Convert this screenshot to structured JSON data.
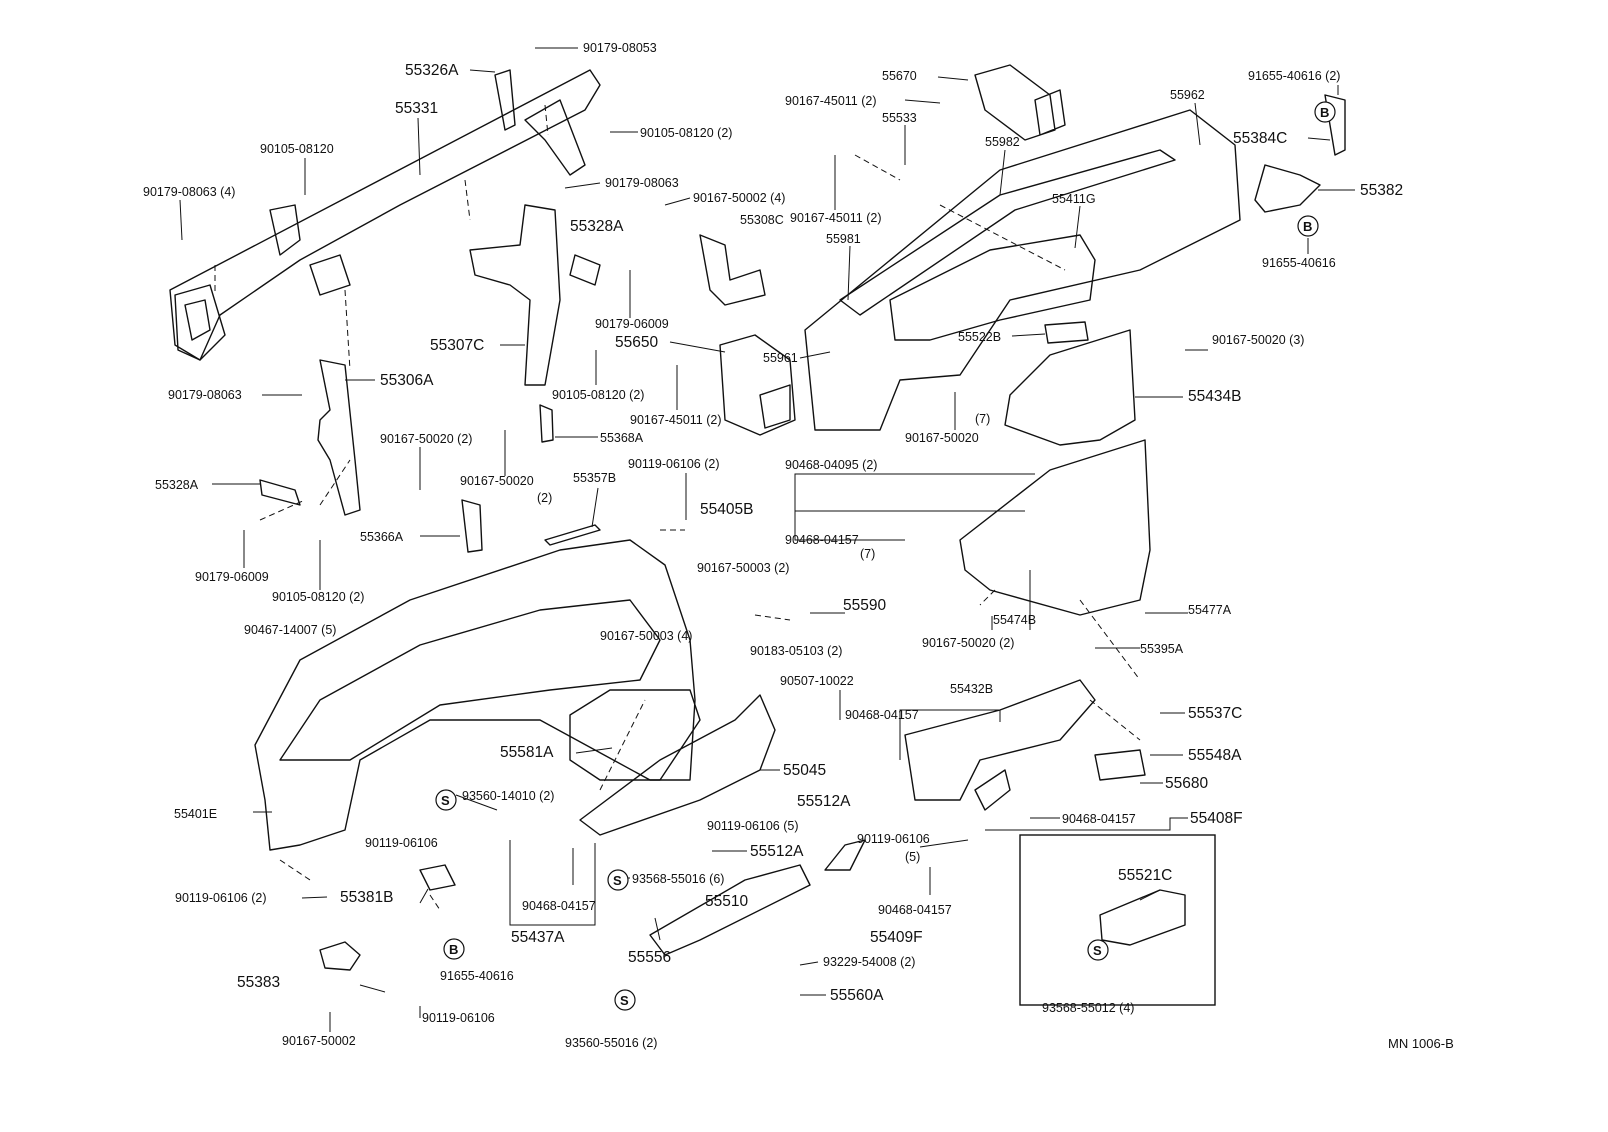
{
  "diagram": {
    "code": "MN 1006-B",
    "labels": [
      {
        "text": "55326A",
        "size": "lg"
      },
      {
        "text": "90179-08053",
        "size": "sm"
      },
      {
        "text": "55331",
        "size": "lg"
      },
      {
        "text": "90105-08120",
        "size": "sm"
      },
      {
        "text": "90105-08120 (2)",
        "size": "sm"
      },
      {
        "text": "90179-08063 (4)",
        "size": "sm"
      },
      {
        "text": "90179-08063",
        "size": "sm"
      },
      {
        "text": "90167-50002 (4)",
        "size": "sm"
      },
      {
        "text": "55328A",
        "size": "lg"
      },
      {
        "text": "55308C",
        "size": "sm"
      },
      {
        "text": "90179-06009",
        "size": "sm"
      },
      {
        "text": "55307C",
        "size": "lg"
      },
      {
        "text": "55650",
        "size": "lg"
      },
      {
        "text": "90105-08120  (2)",
        "size": "sm"
      },
      {
        "text": "90167-45011 (2)",
        "size": "sm"
      },
      {
        "text": "55306A",
        "size": "lg"
      },
      {
        "text": "90179-08063",
        "size": "sm"
      },
      {
        "text": "90167-50020 (2)",
        "size": "sm"
      },
      {
        "text": "90167-50020",
        "size": "sm"
      },
      {
        "text": "(2)",
        "size": "sm"
      },
      {
        "text": "55368A",
        "size": "sm"
      },
      {
        "text": "55328A",
        "size": "sm"
      },
      {
        "text": "55366A",
        "size": "sm"
      },
      {
        "text": "55357B",
        "size": "sm"
      },
      {
        "text": "90119-06106 (2)",
        "size": "sm"
      },
      {
        "text": "90179-06009",
        "size": "sm"
      },
      {
        "text": "90105-08120 (2)",
        "size": "sm"
      },
      {
        "text": "55670",
        "size": "sm"
      },
      {
        "text": "90167-45011 (2)",
        "size": "sm"
      },
      {
        "text": "55533",
        "size": "sm"
      },
      {
        "text": "55962",
        "size": "sm"
      },
      {
        "text": "55982",
        "size": "sm"
      },
      {
        "text": "90167-45011 (2)",
        "size": "sm"
      },
      {
        "text": "55411G",
        "size": "sm"
      },
      {
        "text": "55981",
        "size": "sm"
      },
      {
        "text": "55522B",
        "size": "sm"
      },
      {
        "text": "55961",
        "size": "sm"
      },
      {
        "text": "90167-50020",
        "size": "sm"
      },
      {
        "text": "(7)",
        "size": "sm"
      },
      {
        "text": "91655-40616 (2)",
        "size": "sm"
      },
      {
        "text": "55384C",
        "size": "lg"
      },
      {
        "text": "55382",
        "size": "lg"
      },
      {
        "text": "91655-40616",
        "size": "sm"
      },
      {
        "text": "90167-50020 (3)",
        "size": "sm"
      },
      {
        "text": "55434B",
        "size": "lg"
      },
      {
        "text": "90468-04095 (2)",
        "size": "sm"
      },
      {
        "text": "55405B",
        "size": "lg"
      },
      {
        "text": "90468-04157",
        "size": "sm"
      },
      {
        "text": "(7)",
        "size": "sm"
      },
      {
        "text": "90167-50003 (2)",
        "size": "sm"
      },
      {
        "text": "55590",
        "size": "lg"
      },
      {
        "text": "55477A",
        "size": "sm"
      },
      {
        "text": "55474B",
        "size": "sm"
      },
      {
        "text": "90167-50020 (2)",
        "size": "sm"
      },
      {
        "text": "55395A",
        "size": "sm"
      },
      {
        "text": "90467-14007 (5)",
        "size": "sm"
      },
      {
        "text": "90167-50003 (4)",
        "size": "sm"
      },
      {
        "text": "90183-05103 (2)",
        "size": "sm"
      },
      {
        "text": "90507-10022",
        "size": "sm"
      },
      {
        "text": "55432B",
        "size": "sm"
      },
      {
        "text": "90468-04157",
        "size": "sm"
      },
      {
        "text": "55537C",
        "size": "lg"
      },
      {
        "text": "55548A",
        "size": "lg"
      },
      {
        "text": "55680",
        "size": "lg"
      },
      {
        "text": "55581A",
        "size": "lg"
      },
      {
        "text": "55045",
        "size": "lg"
      },
      {
        "text": "93560-14010 (2)",
        "size": "sm"
      },
      {
        "text": "55512A",
        "size": "lg"
      },
      {
        "text": "90119-06106 (5)",
        "size": "sm"
      },
      {
        "text": "55512A",
        "size": "lg"
      },
      {
        "text": "55401E",
        "size": "sm"
      },
      {
        "text": "90119-06106",
        "size": "sm"
      },
      {
        "text": "90468-04157",
        "size": "sm"
      },
      {
        "text": "55408F",
        "size": "lg"
      },
      {
        "text": "90119-06106",
        "size": "sm"
      },
      {
        "text": "(5)",
        "size": "sm"
      },
      {
        "text": "93568-55016 (6)",
        "size": "sm"
      },
      {
        "text": "90468-04157",
        "size": "sm"
      },
      {
        "text": "90468-04157",
        "size": "sm"
      },
      {
        "text": "90119-06106 (2)",
        "size": "sm"
      },
      {
        "text": "55381B",
        "size": "lg"
      },
      {
        "text": "55510",
        "size": "lg"
      },
      {
        "text": "55409F",
        "size": "lg"
      },
      {
        "text": "55437A",
        "size": "lg"
      },
      {
        "text": "55556",
        "size": "lg"
      },
      {
        "text": "93229-54008 (2)",
        "size": "sm"
      },
      {
        "text": "91655-40616",
        "size": "sm"
      },
      {
        "text": "55560A",
        "size": "lg"
      },
      {
        "text": "55383",
        "size": "lg"
      },
      {
        "text": "90119-06106",
        "size": "sm"
      },
      {
        "text": "90167-50002",
        "size": "sm"
      },
      {
        "text": "93560-55016 (2)",
        "size": "sm"
      },
      {
        "text": "55521C",
        "size": "lg"
      },
      {
        "text": "93568-55012 (4)",
        "size": "sm"
      }
    ],
    "markers": [
      "B",
      "B",
      "B",
      "S",
      "S",
      "S",
      "S"
    ]
  }
}
